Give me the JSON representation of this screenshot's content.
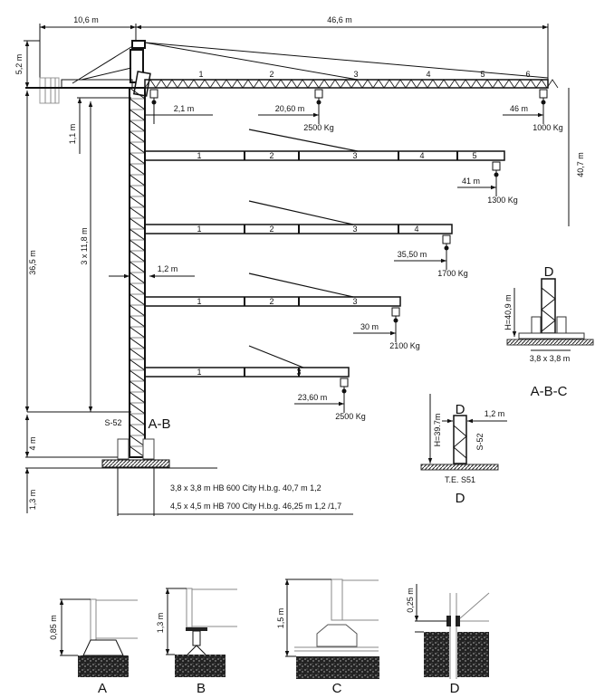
{
  "main_view": {
    "dims": {
      "counter_jib": "10,6 m",
      "jib_length": "46,6 m",
      "top_height": "5,2 m",
      "under_hook": "36,5 m",
      "first_gap": "1,1 m",
      "sections": "3 x 11,8 m",
      "mast_width": "1,2 m",
      "base": "4 m",
      "foundation": "1,3 m",
      "total_height": "40,7 m"
    },
    "mast_label": "S-52",
    "view_label": "A-B",
    "jibs": [
      {
        "sections": [
          "1",
          "2",
          "3",
          "4",
          "5",
          "6"
        ],
        "loads": [
          {
            "radius": "2,1 m",
            "load": ""
          },
          {
            "radius": "20,60 m",
            "load": "2500 Kg"
          },
          {
            "radius": "46 m",
            "load": "1000 Kg"
          }
        ]
      },
      {
        "sections": [
          "1",
          "2",
          "3",
          "4",
          "5"
        ],
        "loads": [
          {
            "radius": "41 m",
            "load": "1300 Kg"
          }
        ]
      },
      {
        "sections": [
          "1",
          "2",
          "3",
          "4"
        ],
        "loads": [
          {
            "radius": "35,50 m",
            "load": "1700 Kg"
          }
        ]
      },
      {
        "sections": [
          "1",
          "2",
          "3"
        ],
        "loads": [
          {
            "radius": "30 m",
            "load": "2100 Kg"
          }
        ]
      },
      {
        "sections": [
          "1",
          "3"
        ],
        "loads": [
          {
            "radius": "23,60 m",
            "load": "2500 Kg"
          }
        ]
      }
    ],
    "foundation_notes": [
      "3,8 x 3,8 m HB 600 City H.b.g. 40,7 m 1,2",
      "4,5 x 4,5 m HB 700 City H.b.g. 46,25 m 1,2 /1,7"
    ]
  },
  "detail_abc": {
    "title": "D",
    "height": "H=40,9 m",
    "base": "3,8 x 3,8 m",
    "label": "A-B-C"
  },
  "detail_d": {
    "title": "D",
    "height": "H=39.7m",
    "width": "1,2 m",
    "mast": "S-52",
    "base": "T.E. S51",
    "label": "D"
  },
  "base_details": [
    {
      "label": "A",
      "height": "0,85 m"
    },
    {
      "label": "B",
      "height": "1,3 m"
    },
    {
      "label": "C",
      "height": "1,5 m"
    },
    {
      "label": "D",
      "height": "0,25 m"
    }
  ]
}
